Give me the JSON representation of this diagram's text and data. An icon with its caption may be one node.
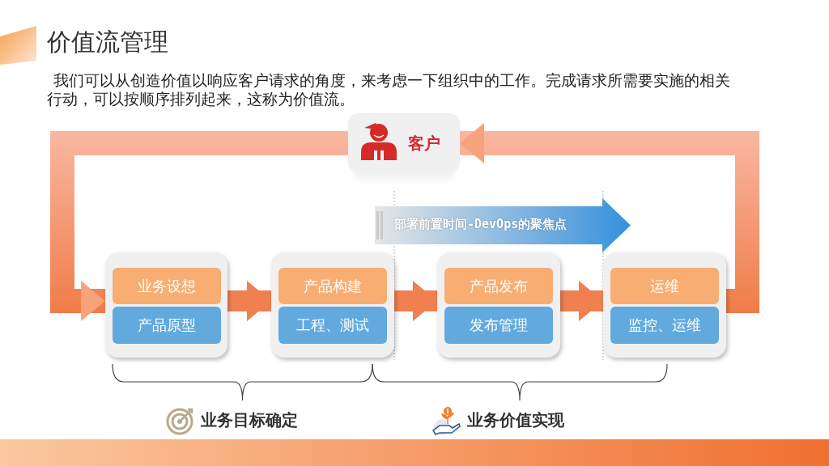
{
  "diagram": {
    "title": "价值流管理",
    "nodes": [
      {
        "text": [
          "客户"
        ]
      },
      {
        "text": [
          "部署前置时间-DevOps的聚焦点"
        ]
      },
      {
        "text": [],
        "shape": "box"
      },
      {
        "text": [
          "业务设想"
        ],
        "in": 2
      },
      {
        "text": [
          "产品原型"
        ],
        "in": 2
      },
      {
        "text": [],
        "shape": "box"
      },
      {
        "text": [
          "产品构建"
        ],
        "in": 5
      },
      {
        "text": [
          "工程、测试"
        ],
        "in": 5
      },
      {
        "text": [],
        "shape": "box"
      },
      {
        "text": [
          "产品发布"
        ],
        "in": 8
      },
      {
        "text": [
          "发布管理"
        ],
        "in": 8
      },
      {
        "text": [],
        "shape": "box"
      },
      {
        "text": [
          "运维"
        ],
        "in": 11
      },
      {
        "text": [
          "监控、运维"
        ],
        "in": 11
      }
    ],
    "edges": [
      {
        "from": 2,
        "to": 5,
        "arrow": "to"
      },
      {
        "from": 5,
        "to": 8,
        "arrow": "to"
      },
      {
        "from": 8,
        "to": 11,
        "arrow": "to"
      },
      {
        "from": 11,
        "to": 0,
        "arrow": "to"
      },
      {
        "from": 0,
        "to": 2,
        "arrow": "to"
      }
    ],
    "labels": [
      "我们可以从创造价值以响应客户请求的角度，来考虑一下组织中的工作。完成请求所需要实施的相关行动，可以按顺序排列起来，这称为价值流。",
      "业务目标确定",
      "业务价值实现"
    ]
  }
}
